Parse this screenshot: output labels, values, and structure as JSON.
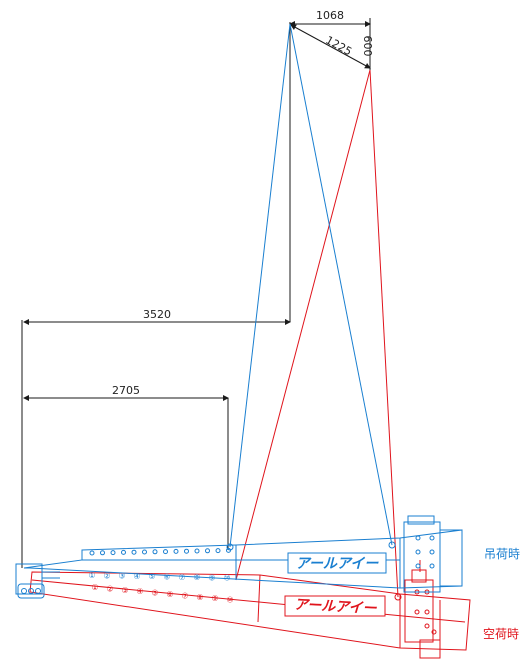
{
  "dimensions": {
    "top_width": "1068",
    "diagonal": "1225",
    "vertical": "600",
    "span_long": "3520",
    "span_short": "2705"
  },
  "states": {
    "loaded": "吊荷時",
    "unloaded": "空荷時"
  },
  "brand": "アールアイー",
  "hole_numbers": [
    "①",
    "②",
    "③",
    "④",
    "⑤",
    "⑥",
    "⑦",
    "⑧",
    "⑨",
    "⑩"
  ],
  "colors": {
    "loaded": "#1a7fd0",
    "unloaded": "#e0141c",
    "dimension": "#1a1a1a"
  }
}
